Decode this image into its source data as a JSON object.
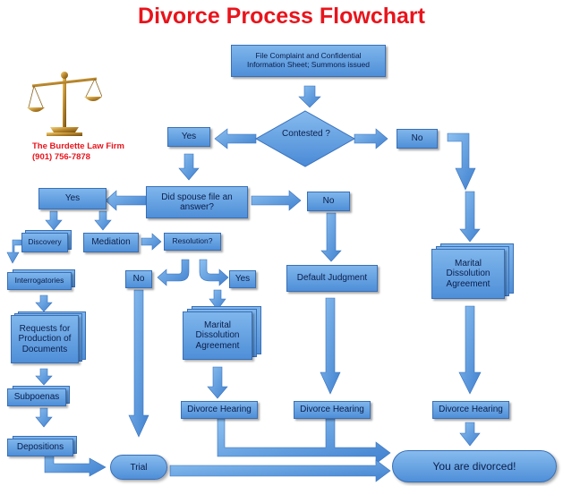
{
  "title": "Divorce Process Flowchart",
  "firm": {
    "name": "The Burdette Law Firm",
    "phone": "(901) 756-7878",
    "logo_icon": "scales-of-justice-icon"
  },
  "nodes": {
    "file_complaint": "File Complaint and Confidential Information Sheet; Summons issued",
    "contested": "Contested ?",
    "yes_contested": "Yes",
    "no_contested": "No",
    "did_spouse_file": "Did spouse file an answer?",
    "yes_answer": "Yes",
    "no_answer": "No",
    "discovery": "Discovery",
    "mediation": "Mediation",
    "resolution": "Resolution?",
    "no_resolution": "No",
    "yes_resolution": "Yes",
    "interrogatories": "Interrogatories",
    "requests_production": "Requests for Production of Documents",
    "subpoenas": "Subpoenas",
    "depositions": "Depositions",
    "marital_agreement_mid": "Marital Dissolution Agreement",
    "default_judgment": "Default Judgment",
    "marital_agreement_right": "Marital Dissolution Agreement",
    "divorce_hearing_1": "Divorce Hearing",
    "divorce_hearing_2": "Divorce Hearing",
    "divorce_hearing_3": "Divorce Hearing",
    "trial": "Trial",
    "divorced": "You are divorced!"
  },
  "colors": {
    "title": "#e8141c",
    "box_top": "#7fb6ec",
    "box_bottom": "#4f8fd8",
    "arrow": "#5b9be0",
    "text": "#0b1e4a"
  }
}
